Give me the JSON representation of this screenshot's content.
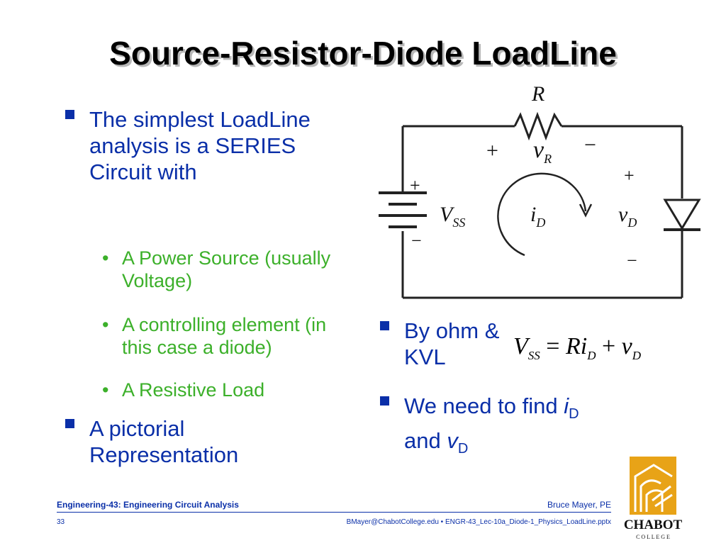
{
  "slide": {
    "title": "Source-Resistor-Diode LoadLine",
    "bullets": [
      {
        "text": "The simplest LoadLine analysis is a SERIES Circuit with"
      },
      {
        "text": "A pictorial Representation"
      }
    ],
    "subbullets": [
      {
        "text": "A Power Source (usually Voltage)"
      },
      {
        "text": "A controlling element (in this case a diode)"
      },
      {
        "text": "A Resistive Load"
      }
    ],
    "right_bullets": {
      "ohm": "By ohm & KVL",
      "find_prefix": "We need to find ",
      "find_i": "i",
      "find_i_sub": "D",
      "find_and": "and ",
      "find_v": "v",
      "find_v_sub": "D"
    },
    "equation": {
      "v": "V",
      "v_sub": "SS",
      "eq": "=",
      "r": "Ri",
      "r_sub": "D",
      "plus": "+",
      "vd": "v",
      "vd_sub": "D"
    },
    "circuit": {
      "resistor_label": "R",
      "plus": "+",
      "minus": "−",
      "vr": "v",
      "vr_sub": "R",
      "vss": "V",
      "vss_sub": "SS",
      "id": "i",
      "id_sub": "D",
      "vd": "v",
      "vd_sub": "D"
    },
    "footer": {
      "course": "Engineering-43: Engineering Circuit Analysis",
      "author": "Bruce Mayer, PE",
      "page": "33",
      "file": "BMayer@ChabotCollege.edu  • ENGR-43_Lec-10a_Diode-1_Physics_LoadLine.pptx"
    },
    "logo": {
      "name": "CHABOT",
      "sub": "C O L L E G E"
    },
    "colors": {
      "blue": "#0a2fa8",
      "green": "#3cb02a",
      "logo_gold": "#e8a317"
    }
  }
}
